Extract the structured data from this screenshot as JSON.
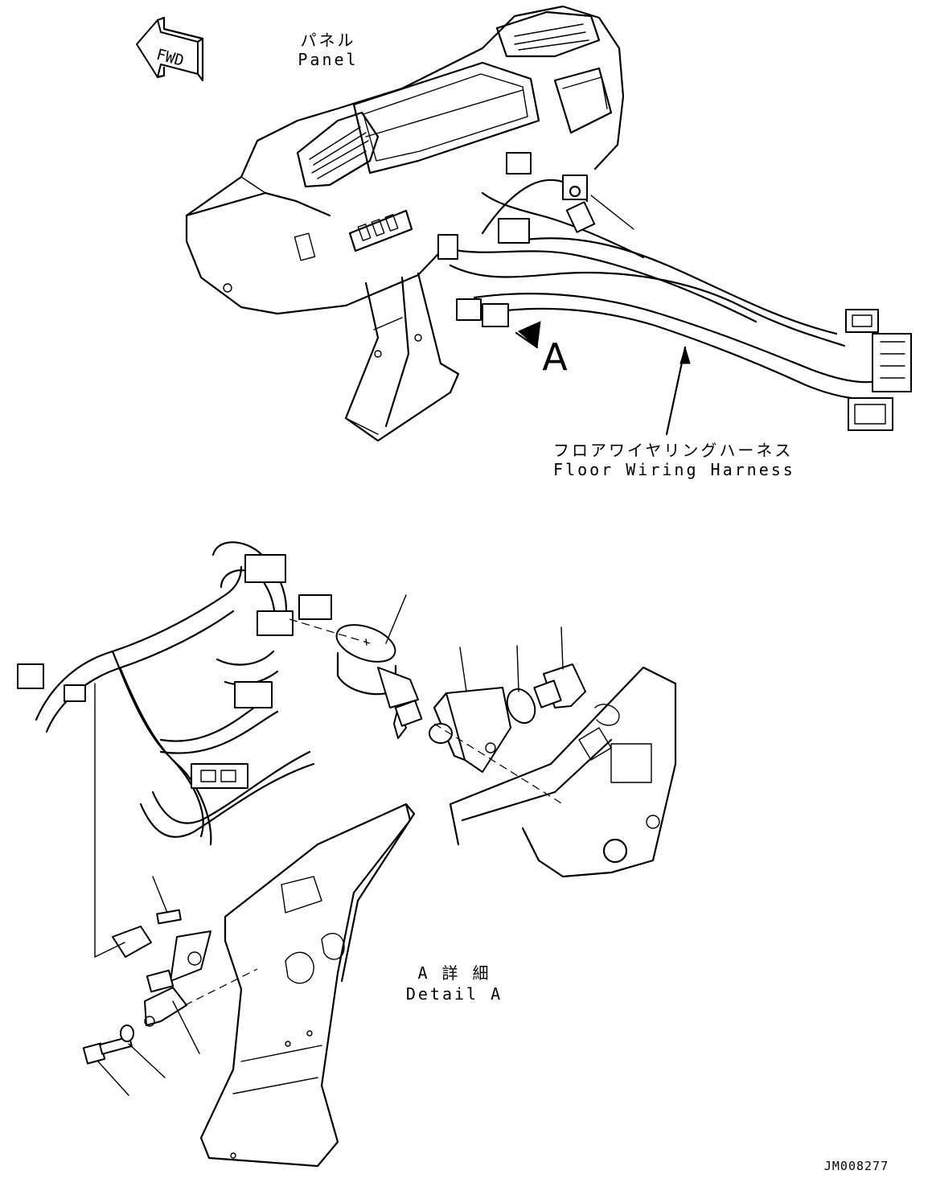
{
  "fwd_tag": "FWD",
  "labels": {
    "panel_jp": "パネル",
    "panel_en": "Panel",
    "harness_jp": "フロアワイヤリングハーネス",
    "harness_en": "Floor Wiring Harness",
    "view_letter": "A",
    "detail_jp": "A 詳 細",
    "detail_en": "Detail A",
    "drawing_code": "JM008277"
  },
  "icons": [
    "fwd-arrow-icon",
    "view-direction-arrow-icon"
  ]
}
